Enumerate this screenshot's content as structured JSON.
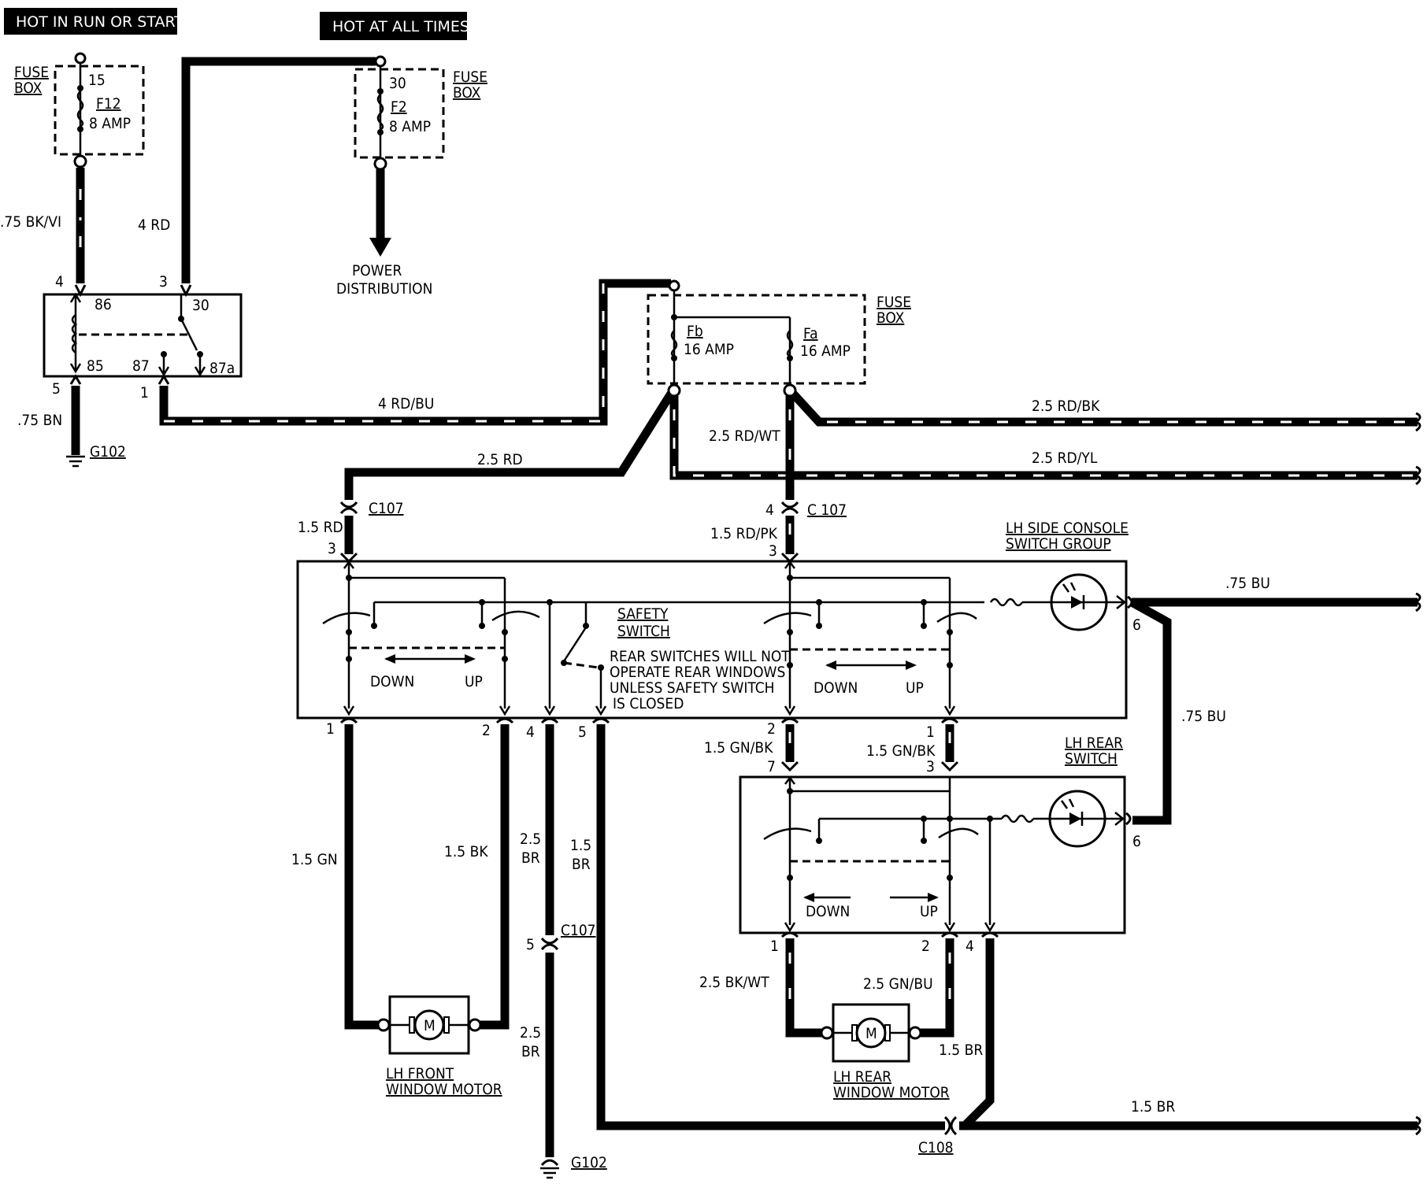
{
  "headers": {
    "hot_run_start": "HOT IN RUN OR START",
    "hot_all_times": "HOT AT ALL TIMES"
  },
  "fuse_box_label_1": "FUSE",
  "fuse_box_label_2": "BOX",
  "fuses": {
    "f12": {
      "pin_in": "15",
      "name": "F12",
      "rating": "8 AMP"
    },
    "f2": {
      "pin_in": "30",
      "name": "F2",
      "rating": "8 AMP"
    },
    "fb": {
      "name": "Fb",
      "rating": "16 AMP"
    },
    "fa": {
      "name": "Fa",
      "rating": "16 AMP"
    }
  },
  "power_distribution": [
    "POWER",
    "DISTRIBUTION"
  ],
  "relay": {
    "pins": {
      "p4": "4",
      "p3": "3",
      "p5": "5",
      "p1": "1"
    },
    "terms": {
      "t86": "86",
      "t30": "30",
      "t85": "85",
      "t87": "87",
      "t87a": "87a"
    }
  },
  "wires": {
    "w75bkvi": ".75 BK/VI",
    "w4rd": "4 RD",
    "w75bn": ".75 BN",
    "w4rdbu": "4 RD/BU",
    "w25rd": "2.5 RD",
    "w25rdwt": "2.5 RD/WT",
    "w25rdbk": "2.5 RD/BK",
    "w25rdyl": "2.5 RD/YL",
    "w15rd": "1.5 RD",
    "w15rdpk": "1.5 RD/PK",
    "w75bu_top": ".75 BU",
    "w75bu_side": ".75 BU",
    "w15gn": "1.5 GN",
    "w15bk": "1.5 BK",
    "w25br_a": "2.5",
    "w25br_b": "BR",
    "w15br_a": "1.5",
    "w15br_b": "BR",
    "w25br2_a": "2.5",
    "w25br2_b": "BR",
    "w15gnbk_a": "1.5 GN/BK",
    "w15gnbk_b": "1.5 GN/BK",
    "w25bkwt": "2.5 BK/WT",
    "w25gnbu": "2.5 GN/BU",
    "w15br_rear": "1.5 BR",
    "w15br_bottom": "1.5 BR"
  },
  "grounds": {
    "g102_top": "G102",
    "g102_bottom": "G102"
  },
  "connectors": {
    "c107_left": "C107",
    "c107_right": "C 107",
    "c107_mid": "C107",
    "c108": "C108"
  },
  "pin_numbers": {
    "c107l_3": "3",
    "c107r_4": "4",
    "c107r_3": "3",
    "sw_1": "1",
    "sw_2": "2",
    "sw_4": "4",
    "sw_5": "5",
    "sw_r2": "2",
    "sw_r1": "1",
    "sw_6": "6",
    "rear_7": "7",
    "rear_3": "3",
    "rear_6": "6",
    "rear_1": "1",
    "rear_2": "2",
    "rear_4": "4",
    "c107m_5": "5"
  },
  "console": {
    "title_1": "LH  SIDE CONSOLE",
    "title_2": "SWITCH GROUP",
    "safety_1": "SAFETY",
    "safety_2": "SWITCH",
    "note": [
      "REAR SWITCHES WILL NOT",
      "OPERATE REAR WINDOWS",
      "UNLESS SAFETY SWITCH",
      "IS CLOSED"
    ],
    "down_1": "DOWN",
    "up_1": "UP",
    "down_2": "DOWN",
    "up_2": "UP"
  },
  "rear_switch": {
    "title_1": "LH REAR",
    "title_2": "SWITCH",
    "down": "DOWN",
    "up": "UP"
  },
  "motors": {
    "front_1": "LH FRONT",
    "front_2": "WINDOW MOTOR",
    "rear_1": "LH REAR",
    "rear_2": "WINDOW MOTOR",
    "symbol": "M"
  }
}
